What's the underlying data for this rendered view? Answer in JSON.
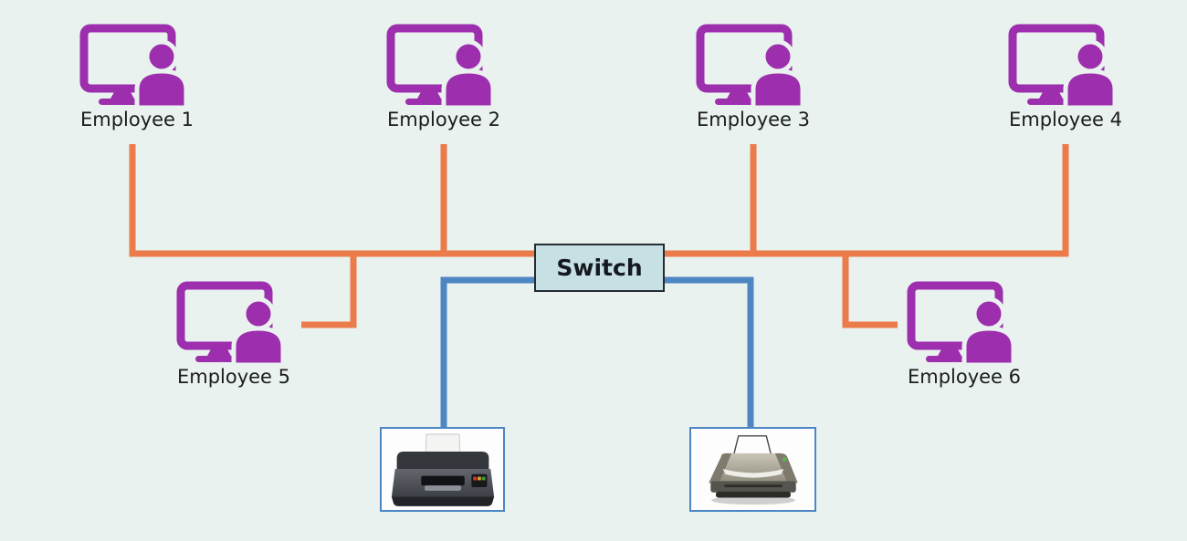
{
  "colors": {
    "background": "#e9f2ee",
    "bus_line_orange": "#ec7b4b",
    "printer_line_blue": "#4e86c4",
    "person_icon_purple": "#9d2fae",
    "switch_fill": "#c6e0e4",
    "switch_border": "#262b33",
    "label_text": "#1c1c1c",
    "printer_box_border": "#4d86c5"
  },
  "employees": [
    {
      "id": "employee-1",
      "label": "Employee 1"
    },
    {
      "id": "employee-2",
      "label": "Employee 2"
    },
    {
      "id": "employee-3",
      "label": "Employee 3"
    },
    {
      "id": "employee-4",
      "label": "Employee 4"
    },
    {
      "id": "employee-5",
      "label": "Employee 5"
    },
    {
      "id": "employee-6",
      "label": "Employee 6"
    }
  ],
  "switch": {
    "label": "Switch"
  },
  "printers": [
    {
      "id": "printer-1",
      "kind": "dark inkjet printer photo"
    },
    {
      "id": "printer-2",
      "kind": "beige laser printer photo"
    }
  ],
  "topology": {
    "orange_bus_connects": [
      "employee-1",
      "employee-2",
      "employee-3",
      "employee-4",
      "employee-5",
      "employee-6",
      "switch"
    ],
    "blue_links_from_switch": [
      "printer-1",
      "printer-2"
    ]
  }
}
